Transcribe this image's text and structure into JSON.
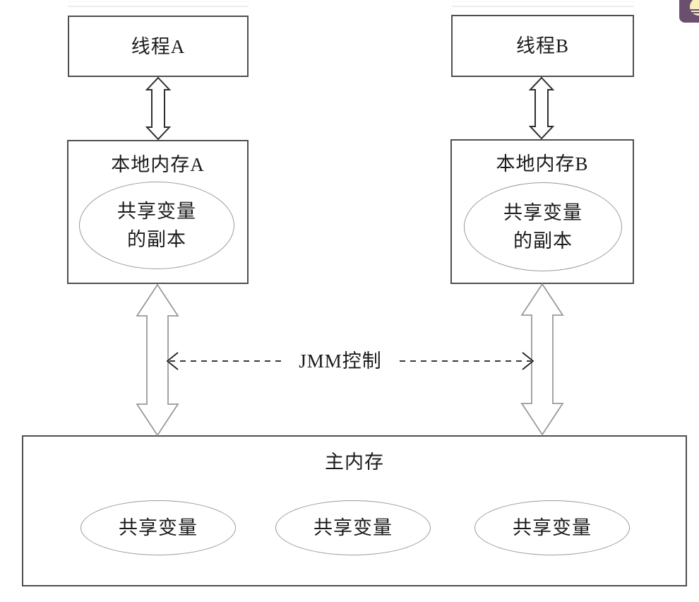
{
  "diagram": {
    "threads": [
      {
        "label": "线程A"
      },
      {
        "label": "线程B"
      }
    ],
    "local_memories": [
      {
        "label": "本地内存A",
        "ellipse": {
          "line1": "共享变量",
          "line2": "的副本"
        }
      },
      {
        "label": "本地内存B",
        "ellipse": {
          "line1": "共享变量",
          "line2": "的副本"
        }
      }
    ],
    "jmm_control_label": "JMM控制",
    "main_memory": {
      "label": "主内存",
      "shared_vars": [
        "共享变量",
        "共享变量",
        "共享变量"
      ]
    }
  },
  "overlay": {
    "tip_icon": "lightbulb-icon"
  },
  "colors": {
    "box_border": "#4f4f4f",
    "ellipse_border": "#9a9a9a",
    "small_arrow_outline": "#2f2f2f",
    "large_arrow_outline": "#9a9a9a",
    "dashed_arrow": "#1f1f1f",
    "tip_purple": "#6b4f6e",
    "tip_yellow": "#f7f0bd",
    "text": "#1a1a1a",
    "background": "#ffffff"
  }
}
